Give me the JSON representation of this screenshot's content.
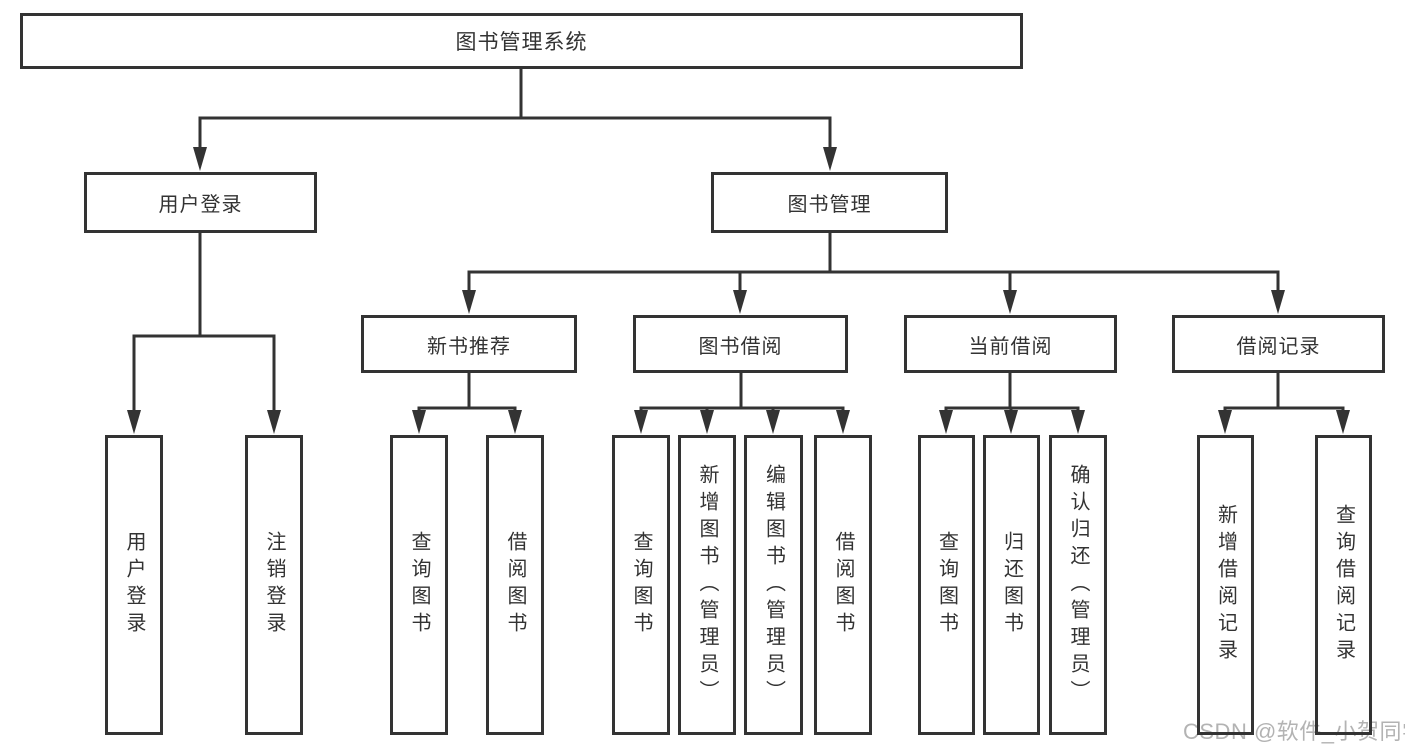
{
  "colors": {
    "line": "#333333",
    "text": "#333333",
    "box_background": "#ffffff",
    "watermark": "#b3b3b3"
  },
  "tree": {
    "root": "图书管理系统",
    "branches": [
      {
        "label": "用户登录",
        "children": [
          "用户登录",
          "注销登录"
        ]
      },
      {
        "label": "图书管理",
        "groups": [
          {
            "label": "新书推荐",
            "children": [
              "查询图书",
              "借阅图书"
            ]
          },
          {
            "label": "图书借阅",
            "children": [
              "查询图书",
              "新增图书（管理员）",
              "编辑图书（管理员）",
              "借阅图书"
            ]
          },
          {
            "label": "当前借阅",
            "children": [
              "查询图书",
              "归还图书",
              "确认归还（管理员）"
            ]
          },
          {
            "label": "借阅记录",
            "children": [
              "新增借阅记录",
              "查询借阅记录"
            ]
          }
        ]
      }
    ]
  },
  "watermark": "CSDN @软件_小贺同学"
}
